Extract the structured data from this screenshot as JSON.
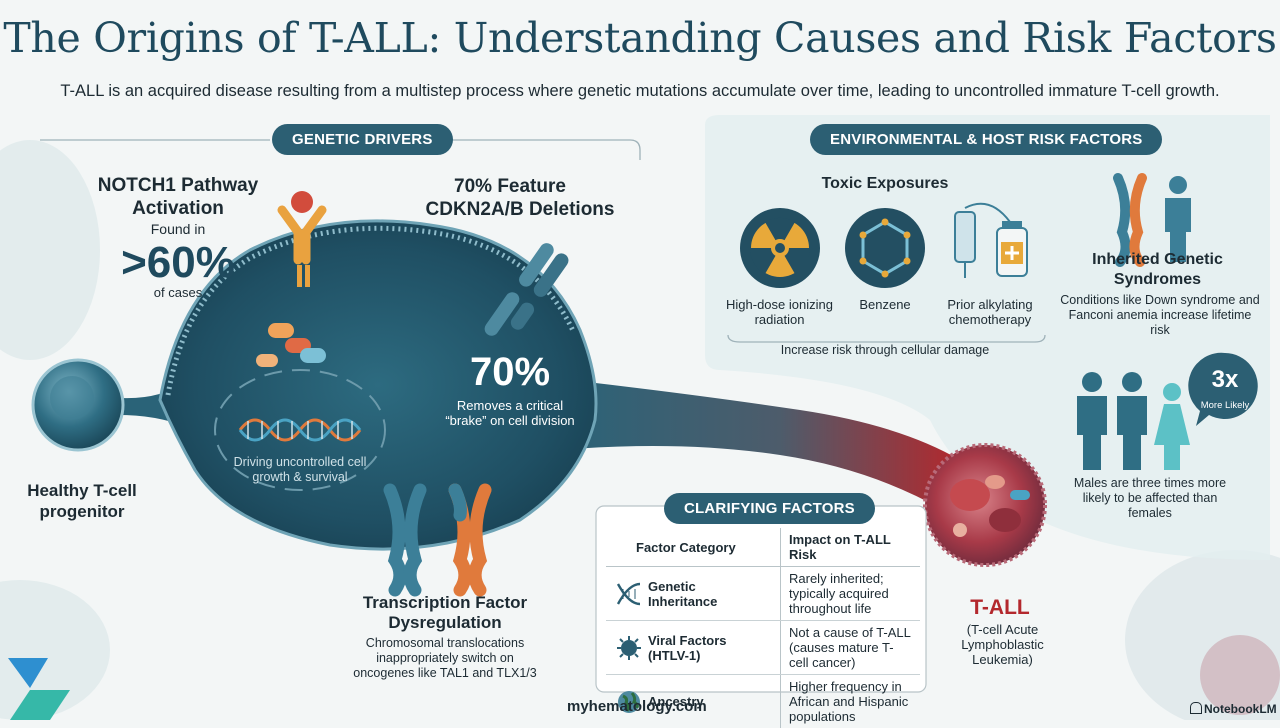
{
  "header": {
    "title": "The Origins of T-ALL: Understanding Causes and Risk Factors",
    "subtitle": "T-ALL is an acquired disease resulting from a multistep process where genetic mutations accumulate over time, leading to uncontrolled immature T-cell growth."
  },
  "genetic": {
    "pill": "GENETIC DRIVERS",
    "notch_title": "NOTCH1 Pathway Activation",
    "notch_found": "Found in",
    "notch_pct": ">60%",
    "notch_cases": "of cases",
    "cdkn_title_1": "70% Feature",
    "cdkn_title_2": "CDKN2A/B Deletions",
    "cdkn_pct": "70%",
    "cdkn_desc": "Removes a critical “brake” on cell division",
    "dna_caption": "Driving uncontrolled cell growth & survival",
    "healthy_label": "Healthy T-cell progenitor",
    "tf_title": "Transcription Factor Dysregulation",
    "tf_desc": "Chromosomal translocations inappropriately switch on oncogenes like TAL1 and TLX1/3"
  },
  "environment": {
    "pill": "ENVIRONMENTAL & HOST RISK FACTORS",
    "toxic_title": "Toxic Exposures",
    "radiation": "High-dose ionizing radiation",
    "benzene": "Benzene",
    "chemo": "Prior alkylating chemotherapy",
    "toxic_note": "Increase risk through cellular damage",
    "inherited_title": "Inherited Genetic Syndromes",
    "inherited_desc": "Conditions like Down syndrome and Fanconi anemia increase lifetime risk",
    "male_ratio": "3x",
    "male_more": "More Likely",
    "male_desc": "Males are three times more likely to be affected than females"
  },
  "clarifying": {
    "pill": "CLARIFYING FACTORS",
    "col1": "Factor Category",
    "col2": "Impact on T-ALL Risk",
    "rows": [
      {
        "factor": "Genetic Inheritance",
        "impact": "Rarely inherited; typically acquired throughout life",
        "icon": "dna-icon"
      },
      {
        "factor": "Viral Factors (HTLV-1)",
        "impact": "Not a cause of T-ALL (causes mature T-cell cancer)",
        "icon": "virus-icon"
      },
      {
        "factor": "Ancestry",
        "impact": "Higher frequency in African and Hispanic populations",
        "icon": "globe-icon"
      }
    ]
  },
  "tall": {
    "title": "T-ALL",
    "desc": "(T-cell Acute Lymphoblastic Leukemia)"
  },
  "footer": {
    "site": "myhematology.com",
    "brand": "NotebookLM"
  },
  "colors": {
    "accent": "#2c5f73",
    "tall_red": "#b3282d",
    "cell_dark": "#1f4f63"
  }
}
